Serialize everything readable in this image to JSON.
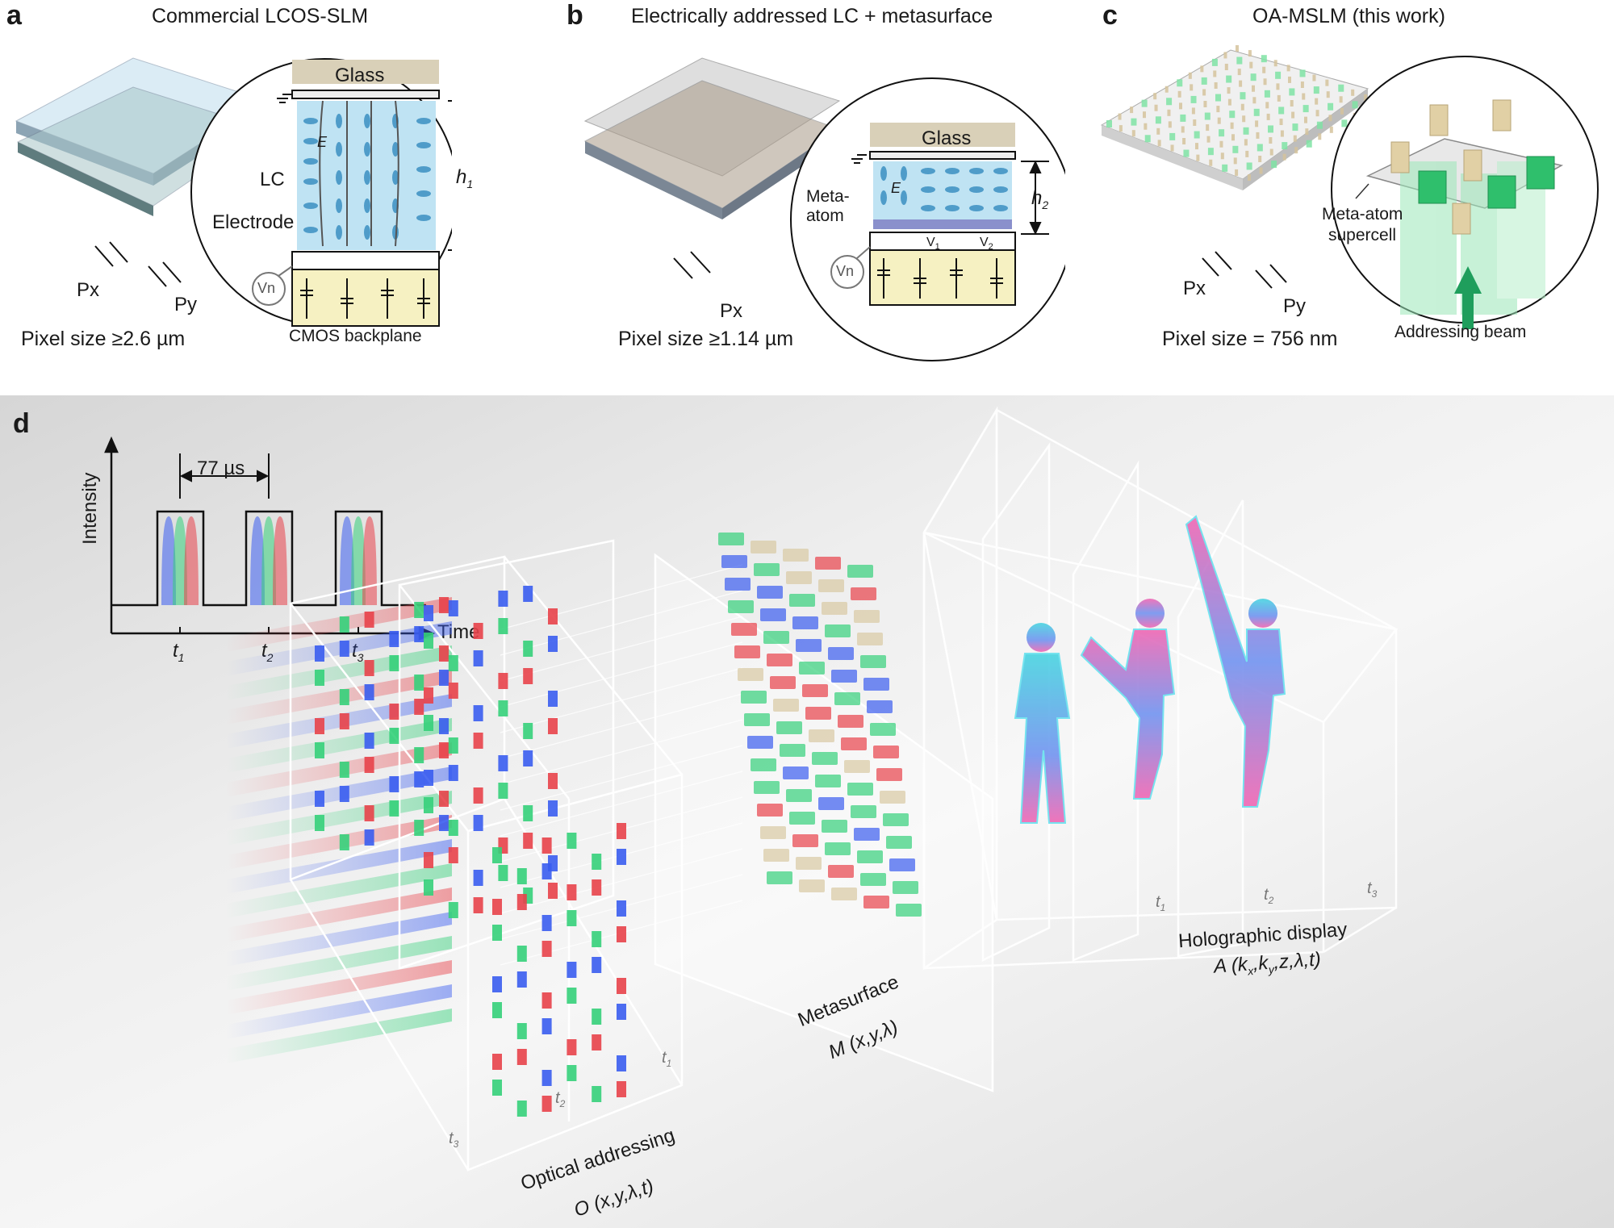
{
  "panel_a": {
    "letter": "a",
    "title": "Commercial LCOS-SLM",
    "labels": {
      "glass": "Glass",
      "e_field": "E",
      "lc": "LC",
      "h": "h",
      "h_sub": "1",
      "electrode": "Electrode",
      "vn": "Vn",
      "px": "Px",
      "py": "Py",
      "cmos": "CMOS backplane"
    },
    "pixel_size": "Pixel size ≥2.6 µm"
  },
  "panel_b": {
    "letter": "b",
    "title": "Electrically addressed LC + metasurface",
    "labels": {
      "glass": "Glass",
      "e_field": "E",
      "meta_atom": "Meta-\natom",
      "meta_atom_l1": "Meta-",
      "meta_atom_l2": "atom",
      "h": "h",
      "h_sub": "2",
      "v": "V",
      "v1_sub": "1",
      "v2_sub": "2",
      "vn": "Vn",
      "px": "Px"
    },
    "pixel_size": "Pixel size ≥1.14 µm"
  },
  "panel_c": {
    "letter": "c",
    "title": "OA-MSLM (this work)",
    "labels": {
      "supercell_l1": "Meta-atom",
      "supercell_l2": "supercell",
      "px": "Px",
      "py": "Py",
      "addressing_beam": "Addressing beam"
    },
    "pixel_size": "Pixel size = 756 nm"
  },
  "panel_d": {
    "letter": "d",
    "inset": {
      "y_axis": "Intensity",
      "x_axis": "Time",
      "interval": "77 µs",
      "ticks": [
        {
          "t": "t",
          "sub": "1"
        },
        {
          "t": "t",
          "sub": "2"
        },
        {
          "t": "t",
          "sub": "3"
        }
      ]
    },
    "optical_addressing": {
      "line1": "Optical addressing",
      "line2": "O (x,y,λ,t)",
      "planes": [
        {
          "t": "t",
          "sub": "1"
        },
        {
          "t": "t",
          "sub": "2"
        },
        {
          "t": "t",
          "sub": "3"
        }
      ]
    },
    "metasurface": {
      "line1": "Metasurface",
      "line2": "M (x,y,λ)"
    },
    "holographic": {
      "line1": "Holographic display",
      "line2": "A (k",
      "line2_sub1": "x",
      "line2_mid": ",k",
      "line2_sub2": "y",
      "line2_end": ",z,λ,t)",
      "planes": [
        {
          "t": "t",
          "sub": "1"
        },
        {
          "t": "t",
          "sub": "2"
        },
        {
          "t": "t",
          "sub": "3"
        }
      ]
    }
  },
  "colors": {
    "lc_blue": "#bfe3f3",
    "cmos_yellow": "#f6f1c2",
    "glass_tan": "#d6cdb4",
    "red": "#e8424a",
    "green": "#35d07a",
    "blue": "#3a5df0",
    "beam_green": "#1f9e5c",
    "hologram_cyan": "#3fd3e0",
    "hologram_pink": "#f05fb0"
  }
}
